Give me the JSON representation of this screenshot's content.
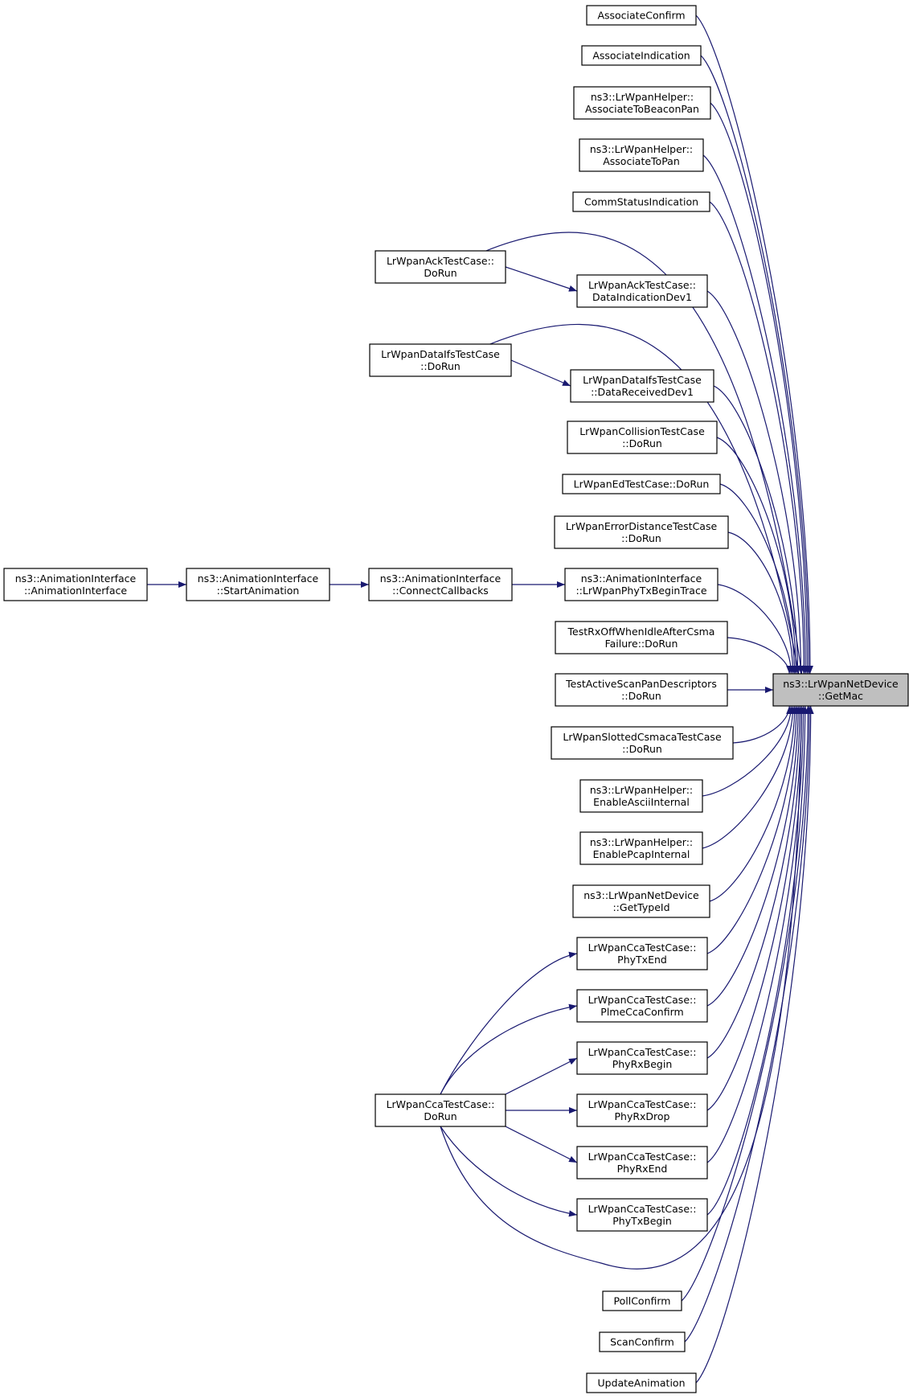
{
  "graph": {
    "target": {
      "id": "target",
      "lines": [
        "ns3::LrWpanNetDevice",
        "::GetMac"
      ]
    },
    "nodes": [
      {
        "id": "associate-confirm",
        "lines": [
          "AssociateConfirm"
        ]
      },
      {
        "id": "associate-indication",
        "lines": [
          "AssociateIndication"
        ]
      },
      {
        "id": "helper-associate-beacon",
        "lines": [
          "ns3::LrWpanHelper::",
          "AssociateToBeaconPan"
        ]
      },
      {
        "id": "helper-associate-pan",
        "lines": [
          "ns3::LrWpanHelper::",
          "AssociateToPan"
        ]
      },
      {
        "id": "comm-status-indication",
        "lines": [
          "CommStatusIndication"
        ]
      },
      {
        "id": "ack-doRun",
        "lines": [
          "LrWpanAckTestCase::",
          "DoRun"
        ]
      },
      {
        "id": "ack-data-indication",
        "lines": [
          "LrWpanAckTestCase::",
          "DataIndicationDev1"
        ]
      },
      {
        "id": "dataifs-doRun",
        "lines": [
          "LrWpanDataIfsTestCase",
          "::DoRun"
        ]
      },
      {
        "id": "dataifs-data-received",
        "lines": [
          "LrWpanDataIfsTestCase",
          "::DataReceivedDev1"
        ]
      },
      {
        "id": "collision-doRun",
        "lines": [
          "LrWpanCollisionTestCase",
          "::DoRun"
        ]
      },
      {
        "id": "ed-doRun",
        "lines": [
          "LrWpanEdTestCase::DoRun"
        ]
      },
      {
        "id": "errordistance-doRun",
        "lines": [
          "LrWpanErrorDistanceTestCase",
          "::DoRun"
        ]
      },
      {
        "id": "anim-ctor",
        "lines": [
          "ns3::AnimationInterface",
          "::AnimationInterface"
        ]
      },
      {
        "id": "anim-start",
        "lines": [
          "ns3::AnimationInterface",
          "::StartAnimation"
        ]
      },
      {
        "id": "anim-connect",
        "lines": [
          "ns3::AnimationInterface",
          "::ConnectCallbacks"
        ]
      },
      {
        "id": "anim-phytx",
        "lines": [
          "ns3::AnimationInterface",
          "::LrWpanPhyTxBeginTrace"
        ]
      },
      {
        "id": "rxoff-doRun",
        "lines": [
          "TestRxOffWhenIdleAfterCsma",
          "Failure::DoRun"
        ]
      },
      {
        "id": "activescan-doRun",
        "lines": [
          "TestActiveScanPanDescriptors",
          "::DoRun"
        ]
      },
      {
        "id": "slotted-doRun",
        "lines": [
          "LrWpanSlottedCsmacaTestCase",
          "::DoRun"
        ]
      },
      {
        "id": "helper-ascii",
        "lines": [
          "ns3::LrWpanHelper::",
          "EnableAsciiInternal"
        ]
      },
      {
        "id": "helper-pcap",
        "lines": [
          "ns3::LrWpanHelper::",
          "EnablePcapInternal"
        ]
      },
      {
        "id": "netdevice-typeid",
        "lines": [
          "ns3::LrWpanNetDevice",
          "::GetTypeId"
        ]
      },
      {
        "id": "cca-phytxend",
        "lines": [
          "LrWpanCcaTestCase::",
          "PhyTxEnd"
        ]
      },
      {
        "id": "cca-plmecca",
        "lines": [
          "LrWpanCcaTestCase::",
          "PlmeCcaConfirm"
        ]
      },
      {
        "id": "cca-phyrxbegin",
        "lines": [
          "LrWpanCcaTestCase::",
          "PhyRxBegin"
        ]
      },
      {
        "id": "cca-doRun",
        "lines": [
          "LrWpanCcaTestCase::",
          "DoRun"
        ]
      },
      {
        "id": "cca-phyrxdrop",
        "lines": [
          "LrWpanCcaTestCase::",
          "PhyRxDrop"
        ]
      },
      {
        "id": "cca-phyrxend",
        "lines": [
          "LrWpanCcaTestCase::",
          "PhyRxEnd"
        ]
      },
      {
        "id": "cca-phytxbegin",
        "lines": [
          "LrWpanCcaTestCase::",
          "PhyTxBegin"
        ]
      },
      {
        "id": "poll-confirm",
        "lines": [
          "PollConfirm"
        ]
      },
      {
        "id": "scan-confirm",
        "lines": [
          "ScanConfirm"
        ]
      },
      {
        "id": "update-animation",
        "lines": [
          "UpdateAnimation"
        ]
      }
    ],
    "edges": [
      {
        "from": "associate-confirm",
        "to": "target"
      },
      {
        "from": "associate-indication",
        "to": "target"
      },
      {
        "from": "helper-associate-beacon",
        "to": "target"
      },
      {
        "from": "helper-associate-pan",
        "to": "target"
      },
      {
        "from": "comm-status-indication",
        "to": "target"
      },
      {
        "from": "ack-doRun",
        "to": "target"
      },
      {
        "from": "ack-doRun",
        "to": "ack-data-indication"
      },
      {
        "from": "ack-data-indication",
        "to": "target"
      },
      {
        "from": "dataifs-doRun",
        "to": "target"
      },
      {
        "from": "dataifs-doRun",
        "to": "dataifs-data-received"
      },
      {
        "from": "dataifs-data-received",
        "to": "target"
      },
      {
        "from": "collision-doRun",
        "to": "target"
      },
      {
        "from": "ed-doRun",
        "to": "target"
      },
      {
        "from": "errordistance-doRun",
        "to": "target"
      },
      {
        "from": "anim-ctor",
        "to": "anim-start"
      },
      {
        "from": "anim-start",
        "to": "anim-connect"
      },
      {
        "from": "anim-connect",
        "to": "anim-phytx"
      },
      {
        "from": "anim-phytx",
        "to": "target"
      },
      {
        "from": "rxoff-doRun",
        "to": "target"
      },
      {
        "from": "activescan-doRun",
        "to": "target"
      },
      {
        "from": "slotted-doRun",
        "to": "target"
      },
      {
        "from": "helper-ascii",
        "to": "target"
      },
      {
        "from": "helper-pcap",
        "to": "target"
      },
      {
        "from": "netdevice-typeid",
        "to": "target"
      },
      {
        "from": "cca-doRun",
        "to": "cca-phytxend"
      },
      {
        "from": "cca-doRun",
        "to": "cca-plmecca"
      },
      {
        "from": "cca-doRun",
        "to": "cca-phyrxbegin"
      },
      {
        "from": "cca-doRun",
        "to": "cca-phyrxdrop"
      },
      {
        "from": "cca-doRun",
        "to": "cca-phyrxend"
      },
      {
        "from": "cca-doRun",
        "to": "cca-phytxbegin"
      },
      {
        "from": "cca-doRun",
        "to": "target"
      },
      {
        "from": "cca-phytxend",
        "to": "target"
      },
      {
        "from": "cca-plmecca",
        "to": "target"
      },
      {
        "from": "cca-phyrxbegin",
        "to": "target"
      },
      {
        "from": "cca-phyrxdrop",
        "to": "target"
      },
      {
        "from": "cca-phyrxend",
        "to": "target"
      },
      {
        "from": "cca-phytxbegin",
        "to": "target"
      },
      {
        "from": "poll-confirm",
        "to": "target"
      },
      {
        "from": "scan-confirm",
        "to": "target"
      },
      {
        "from": "update-animation",
        "to": "target"
      }
    ],
    "colors": {
      "edge": "#191970",
      "target_fill": "#bfbfbf",
      "node_fill": "#ffffff",
      "border": "#000000"
    }
  }
}
